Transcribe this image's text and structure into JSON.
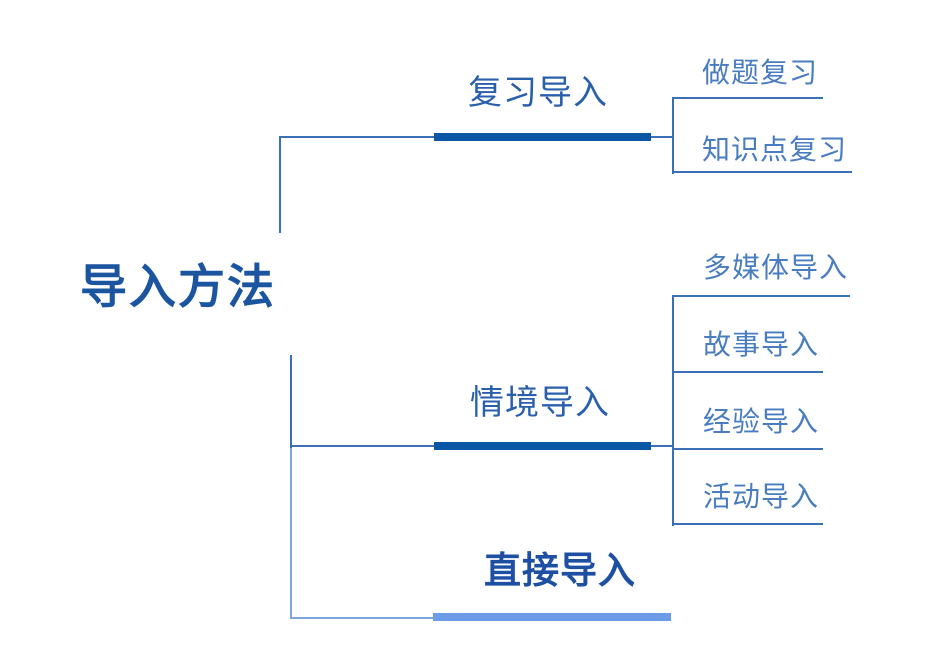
{
  "colors": {
    "background": "#ffffff",
    "root_text": "#1b559f",
    "branch_text": "#2a5fac",
    "branch3_text": "#1d4fa3",
    "child_text": "#4a7cc0",
    "thick_line": "#0b57a5",
    "thin_line": "#3a70b5",
    "light_thin_line": "#7fa5df",
    "light_thick_line": "#6c9be8"
  },
  "mindmap": {
    "root": {
      "label": "导入方法"
    },
    "branches": [
      {
        "label": "复习导入",
        "highlighted": false,
        "children": [
          {
            "label": "做题复习"
          },
          {
            "label": "知识点复习"
          }
        ]
      },
      {
        "label": "情境导入",
        "highlighted": false,
        "children": [
          {
            "label": "多媒体导入"
          },
          {
            "label": "故事导入"
          },
          {
            "label": "经验导入"
          },
          {
            "label": "活动导入"
          }
        ]
      },
      {
        "label": "直接导入",
        "highlighted": true,
        "children": []
      }
    ]
  }
}
